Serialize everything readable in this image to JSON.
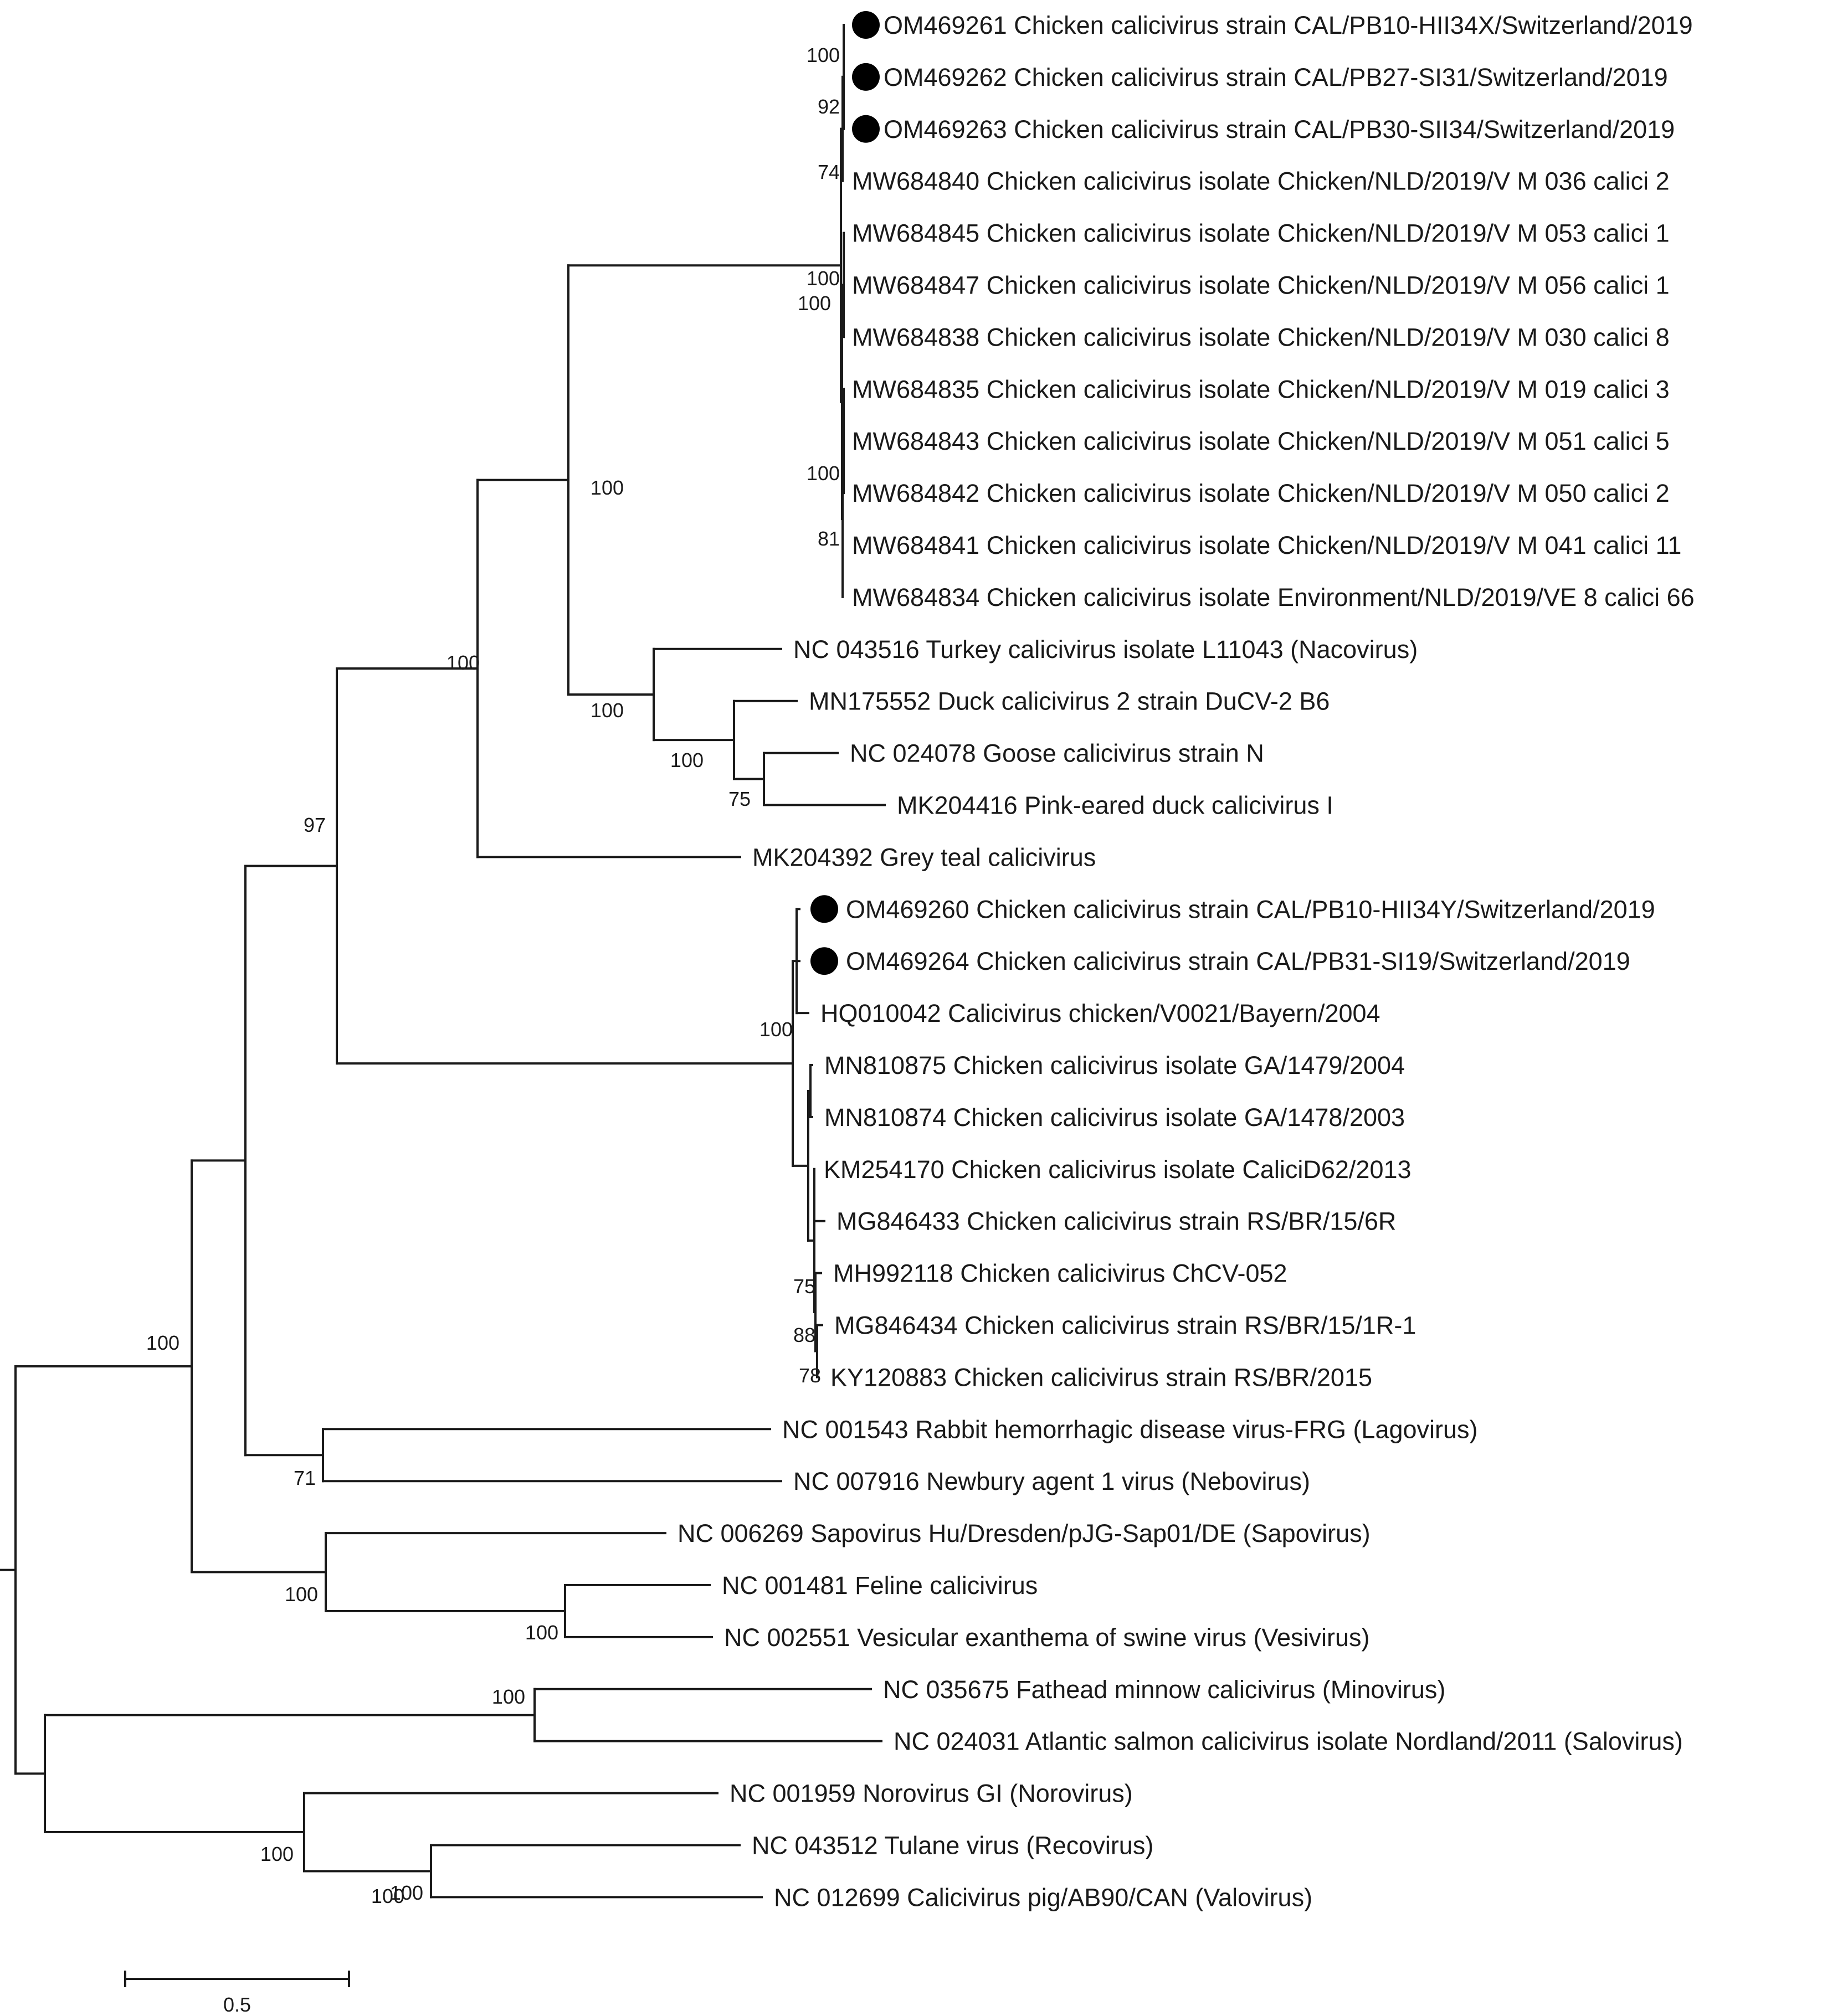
{
  "taxa": [
    {
      "id": "t1",
      "label": "OM469261 Chicken calicivirus strain CAL/PB10-HII34X/Switzerland/2019",
      "marked": true
    },
    {
      "id": "t2",
      "label": "OM469262 Chicken calicivirus strain CAL/PB27-SI31/Switzerland/2019",
      "marked": true
    },
    {
      "id": "t3",
      "label": "OM469263 Chicken calicivirus strain CAL/PB30-SII34/Switzerland/2019",
      "marked": true
    },
    {
      "id": "t4",
      "label": "MW684840 Chicken calicivirus isolate Chicken/NLD/2019/V M 036 calici 2",
      "marked": false
    },
    {
      "id": "t5",
      "label": "MW684845 Chicken calicivirus isolate Chicken/NLD/2019/V M 053 calici 1",
      "marked": false
    },
    {
      "id": "t6",
      "label": "MW684847 Chicken calicivirus isolate Chicken/NLD/2019/V M 056 calici 1",
      "marked": false
    },
    {
      "id": "t7",
      "label": "MW684838 Chicken calicivirus isolate Chicken/NLD/2019/V M 030 calici 8",
      "marked": false
    },
    {
      "id": "t8",
      "label": "MW684835 Chicken calicivirus isolate Chicken/NLD/2019/V M 019 calici 3",
      "marked": false
    },
    {
      "id": "t9",
      "label": "MW684843 Chicken calicivirus isolate Chicken/NLD/2019/V M 051 calici 5",
      "marked": false
    },
    {
      "id": "t10",
      "label": "MW684842 Chicken calicivirus isolate Chicken/NLD/2019/V M 050 calici 2",
      "marked": false
    },
    {
      "id": "t11",
      "label": "MW684841 Chicken calicivirus isolate Chicken/NLD/2019/V M 041 calici 11",
      "marked": false
    },
    {
      "id": "t12",
      "label": "MW684834 Chicken calicivirus isolate Environment/NLD/2019/VE 8 calici 66",
      "marked": false
    },
    {
      "id": "t13",
      "label": "NC 043516 Turkey calicivirus isolate L11043 (Nacovirus)",
      "marked": false
    },
    {
      "id": "t14",
      "label": "MN175552 Duck calicivirus 2 strain DuCV-2 B6",
      "marked": false
    },
    {
      "id": "t15",
      "label": "NC 024078 Goose calicivirus strain N",
      "marked": false
    },
    {
      "id": "t16",
      "label": "MK204416 Pink-eared duck calicivirus I",
      "marked": false
    },
    {
      "id": "t17",
      "label": "MK204392 Grey teal calicivirus",
      "marked": false
    },
    {
      "id": "t18",
      "label": "OM469260 Chicken calicivirus strain CAL/PB10-HII34Y/Switzerland/2019",
      "marked": true
    },
    {
      "id": "t19",
      "label": "OM469264 Chicken calicivirus strain CAL/PB31-SI19/Switzerland/2019",
      "marked": true
    },
    {
      "id": "t20",
      "label": "HQ010042 Calicivirus chicken/V0021/Bayern/2004",
      "marked": false
    },
    {
      "id": "t21",
      "label": "MN810875 Chicken calicivirus isolate GA/1479/2004",
      "marked": false
    },
    {
      "id": "t22",
      "label": "MN810874 Chicken calicivirus isolate GA/1478/2003",
      "marked": false
    },
    {
      "id": "t23",
      "label": "KM254170 Chicken calicivirus isolate CaliciD62/2013",
      "marked": false
    },
    {
      "id": "t24",
      "label": "MG846433 Chicken calicivirus strain RS/BR/15/6R",
      "marked": false
    },
    {
      "id": "t25",
      "label": "MH992118 Chicken calicivirus ChCV-052",
      "marked": false
    },
    {
      "id": "t26",
      "label": "MG846434 Chicken calicivirus strain RS/BR/15/1R-1",
      "marked": false
    },
    {
      "id": "t27",
      "label": "KY120883 Chicken calicivirus strain RS/BR/2015",
      "marked": false
    },
    {
      "id": "t28",
      "label": "NC 001543 Rabbit hemorrhagic disease virus-FRG (Lagovirus)",
      "marked": false
    },
    {
      "id": "t29",
      "label": "NC 007916 Newbury agent 1 virus (Nebovirus)",
      "marked": false
    },
    {
      "id": "t30",
      "label": "NC 006269 Sapovirus Hu/Dresden/pJG-Sap01/DE (Sapovirus)",
      "marked": false
    },
    {
      "id": "t31",
      "label": "NC 001481 Feline calicivirus",
      "marked": false
    },
    {
      "id": "t32",
      "label": "NC 002551 Vesicular exanthema of swine virus (Vesivirus)",
      "marked": false
    },
    {
      "id": "t33",
      "label": "NC 035675 Fathead minnow calicivirus (Minovirus)",
      "marked": false
    },
    {
      "id": "t34",
      "label": "NC 024031 Atlantic salmon calicivirus isolate Nordland/2011 (Salovirus)",
      "marked": false
    },
    {
      "id": "t35",
      "label": "NC 001959 Norovirus GI (Norovirus)",
      "marked": false
    },
    {
      "id": "t36",
      "label": "NC 043512 Tulane virus (Recovirus)",
      "marked": false
    },
    {
      "id": "t37",
      "label": "NC 012699 Calicivirus pig/AB90/CAN (Valovirus)",
      "marked": false
    }
  ],
  "bootstrap": [
    "100",
    "92",
    "74",
    "100",
    "100",
    "100",
    "81",
    "100",
    "100",
    "100",
    "75",
    "100",
    "97",
    "100",
    "75",
    "88",
    "78",
    "100",
    "71",
    "100",
    "100",
    "100",
    "100",
    "100",
    "100"
  ],
  "scale_bar": {
    "label": "0.5"
  },
  "marker_color": "#000000"
}
